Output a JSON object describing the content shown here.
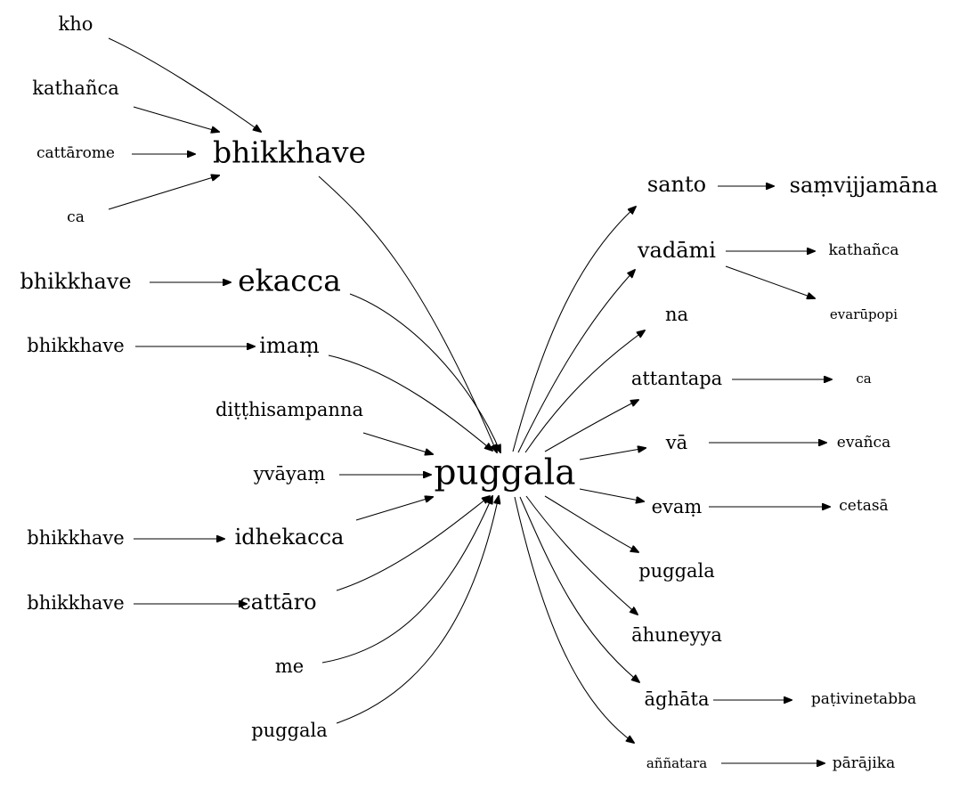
{
  "nodes": [
    {
      "id": "kho",
      "label": "kho",
      "size": "md"
    },
    {
      "id": "kathanca_l",
      "label": "kathañca",
      "size": "md"
    },
    {
      "id": "cattarome",
      "label": "cattārome",
      "size": "sm"
    },
    {
      "id": "ca_l",
      "label": "ca",
      "size": "sm"
    },
    {
      "id": "bhikkhave_top",
      "label": "bhikkhave",
      "size": "xl"
    },
    {
      "id": "bhikkhave_1",
      "label": "bhikkhave",
      "size": "lg"
    },
    {
      "id": "ekacca",
      "label": "ekacca",
      "size": "xl"
    },
    {
      "id": "bhikkhave_2",
      "label": "bhikkhave",
      "size": "md"
    },
    {
      "id": "imam",
      "label": "imaṃ",
      "size": "lg"
    },
    {
      "id": "ditthisampanna",
      "label": "diṭṭhisampanna",
      "size": "md"
    },
    {
      "id": "yvayam",
      "label": "yvāyaṃ",
      "size": "md"
    },
    {
      "id": "bhikkhave_3",
      "label": "bhikkhave",
      "size": "md"
    },
    {
      "id": "idhekacca",
      "label": "idhekacca",
      "size": "lg"
    },
    {
      "id": "bhikkhave_4",
      "label": "bhikkhave",
      "size": "md"
    },
    {
      "id": "cattaro",
      "label": "cattāro",
      "size": "lg"
    },
    {
      "id": "me",
      "label": "me",
      "size": "md"
    },
    {
      "id": "puggala_l",
      "label": "puggala",
      "size": "md"
    },
    {
      "id": "puggala_c",
      "label": "puggala",
      "size": "xxl"
    },
    {
      "id": "santo",
      "label": "santo",
      "size": "lg"
    },
    {
      "id": "samvijjamana",
      "label": "saṃvijjamāna",
      "size": "lg"
    },
    {
      "id": "vadami",
      "label": "vadāmi",
      "size": "lg"
    },
    {
      "id": "kathanca_r",
      "label": "kathañca",
      "size": "sm"
    },
    {
      "id": "evarupopi",
      "label": "evarūpopi",
      "size": "xs"
    },
    {
      "id": "na",
      "label": "na",
      "size": "md"
    },
    {
      "id": "attantapa",
      "label": "attantapa",
      "size": "md"
    },
    {
      "id": "ca_r",
      "label": "ca",
      "size": "xs"
    },
    {
      "id": "va",
      "label": "vā",
      "size": "md"
    },
    {
      "id": "evanca",
      "label": "evañca",
      "size": "sm"
    },
    {
      "id": "evam",
      "label": "evaṃ",
      "size": "md"
    },
    {
      "id": "cetasa",
      "label": "cetasā",
      "size": "sm"
    },
    {
      "id": "puggala_r",
      "label": "puggala",
      "size": "md"
    },
    {
      "id": "ahuneyya",
      "label": "āhuneyya",
      "size": "md"
    },
    {
      "id": "aghata",
      "label": "āghāta",
      "size": "md"
    },
    {
      "id": "pativinetabba",
      "label": "paṭivinetabba",
      "size": "sm"
    },
    {
      "id": "annatara",
      "label": "aññatara",
      "size": "xs"
    },
    {
      "id": "parajika",
      "label": "pārājika",
      "size": "sm"
    }
  ],
  "edges": [
    {
      "from": "kho",
      "to": "bhikkhave_top"
    },
    {
      "from": "kathanca_l",
      "to": "bhikkhave_top"
    },
    {
      "from": "cattarome",
      "to": "bhikkhave_top"
    },
    {
      "from": "ca_l",
      "to": "bhikkhave_top"
    },
    {
      "from": "bhikkhave_top",
      "to": "puggala_c"
    },
    {
      "from": "bhikkhave_1",
      "to": "ekacca"
    },
    {
      "from": "ekacca",
      "to": "puggala_c"
    },
    {
      "from": "bhikkhave_2",
      "to": "imam"
    },
    {
      "from": "imam",
      "to": "puggala_c"
    },
    {
      "from": "ditthisampanna",
      "to": "puggala_c"
    },
    {
      "from": "yvayam",
      "to": "puggala_c"
    },
    {
      "from": "bhikkhave_3",
      "to": "idhekacca"
    },
    {
      "from": "idhekacca",
      "to": "puggala_c"
    },
    {
      "from": "bhikkhave_4",
      "to": "cattaro"
    },
    {
      "from": "cattaro",
      "to": "puggala_c"
    },
    {
      "from": "me",
      "to": "puggala_c"
    },
    {
      "from": "puggala_l",
      "to": "puggala_c"
    },
    {
      "from": "puggala_c",
      "to": "santo"
    },
    {
      "from": "santo",
      "to": "samvijjamana"
    },
    {
      "from": "puggala_c",
      "to": "vadami"
    },
    {
      "from": "vadami",
      "to": "kathanca_r"
    },
    {
      "from": "vadami",
      "to": "evarupopi"
    },
    {
      "from": "puggala_c",
      "to": "na"
    },
    {
      "from": "puggala_c",
      "to": "attantapa"
    },
    {
      "from": "attantapa",
      "to": "ca_r"
    },
    {
      "from": "puggala_c",
      "to": "va"
    },
    {
      "from": "va",
      "to": "evanca"
    },
    {
      "from": "puggala_c",
      "to": "evam"
    },
    {
      "from": "evam",
      "to": "cetasa"
    },
    {
      "from": "puggala_c",
      "to": "puggala_r"
    },
    {
      "from": "puggala_c",
      "to": "ahuneyya"
    },
    {
      "from": "puggala_c",
      "to": "aghata"
    },
    {
      "from": "aghata",
      "to": "pativinetabba"
    },
    {
      "from": "puggala_c",
      "to": "annatara"
    },
    {
      "from": "annatara",
      "to": "parajika"
    }
  ]
}
